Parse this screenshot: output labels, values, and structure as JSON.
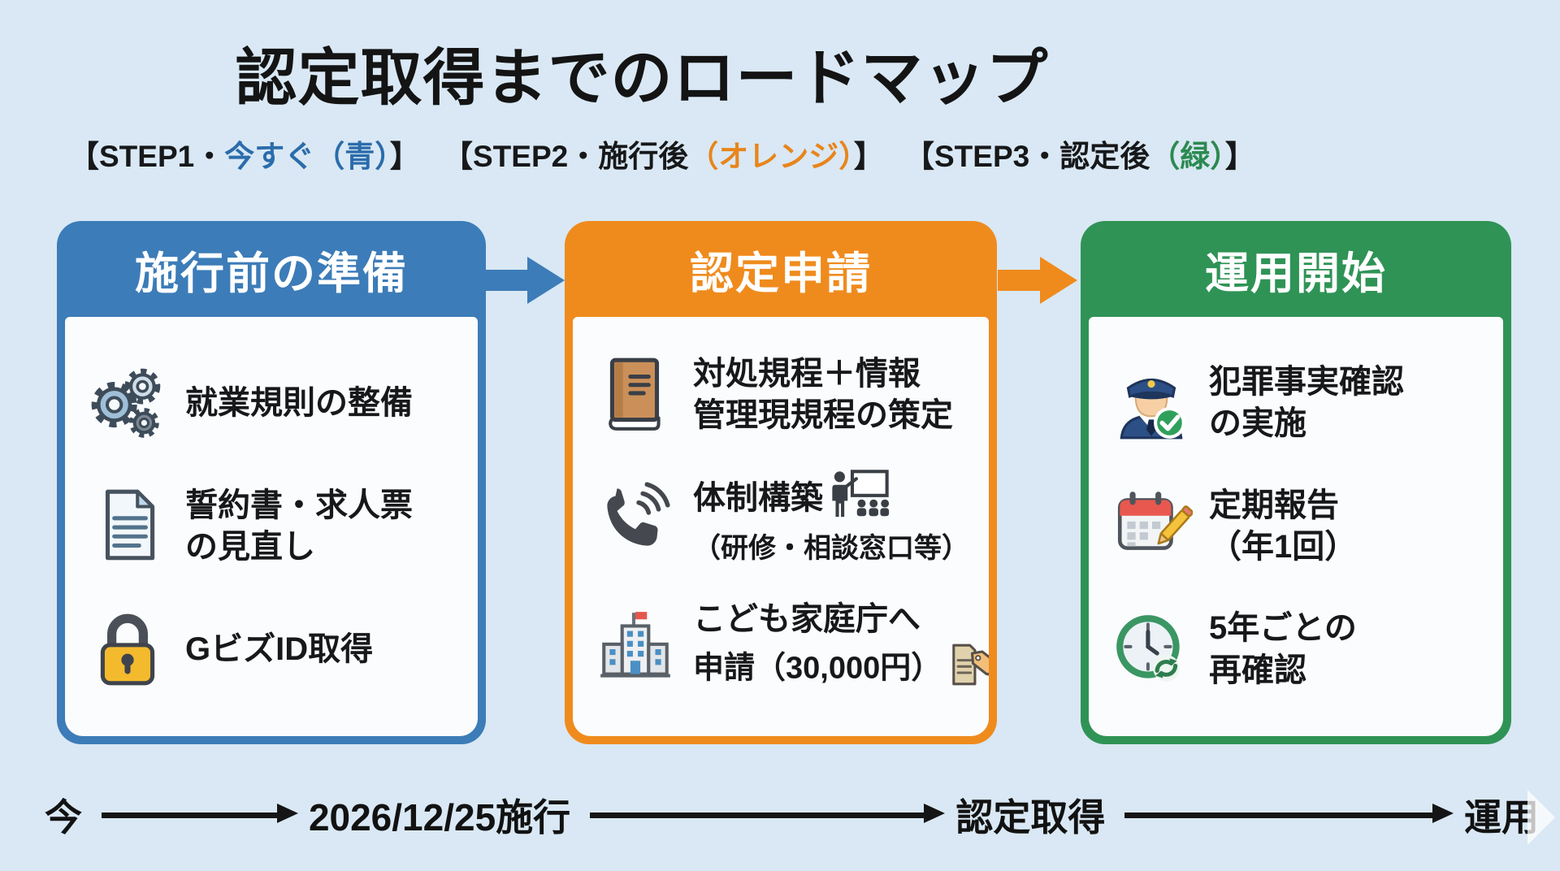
{
  "title": "認定取得までのロードマップ",
  "colors": {
    "background": "#d9e8f4",
    "step1_blue": "#3c7cb8",
    "step2_orange": "#ef8b1d",
    "step3_green": "#2f9356",
    "label_accent_blue": "#2b6cab",
    "label_accent_orange": "#e8851c",
    "label_accent_green": "#2c8a50"
  },
  "steps": [
    {
      "label": {
        "prefix": "【STEP1・",
        "accent": "今すぐ（青）",
        "suffix": "】"
      },
      "header": "施行前の準備",
      "items": [
        {
          "icon": "gears-icon",
          "lines": [
            "就業規則の整備"
          ]
        },
        {
          "icon": "document-icon",
          "lines": [
            "誓約書・求人票",
            "の見直し"
          ]
        },
        {
          "icon": "lock-icon",
          "lines": [
            "GビズID取得"
          ]
        }
      ]
    },
    {
      "label": {
        "prefix": "【STEP2・施行後",
        "accent": "（オレンジ）",
        "suffix": "】"
      },
      "header": "認定申請",
      "items": [
        {
          "icon": "book-icon",
          "lines": [
            "対処規程＋情報",
            "管理現規程の策定"
          ]
        },
        {
          "icon": "phone-icon",
          "inline_icon": "training-icon",
          "lines": [
            "体制構築",
            "（研修・相談窓口等）"
          ]
        },
        {
          "icon": "building-icon",
          "inline_icon": "documents-tag-icon",
          "lines": [
            "こども家庭庁へ",
            "申請（30,000円）"
          ]
        }
      ]
    },
    {
      "label": {
        "prefix": "【STEP3・認定後",
        "accent": "（緑）",
        "suffix": "】"
      },
      "header": "運用開始",
      "items": [
        {
          "icon": "police-officer-check-icon",
          "lines": [
            "犯罪事実確認",
            "の実施"
          ]
        },
        {
          "icon": "calendar-pencil-icon",
          "lines": [
            "定期報告",
            "（年1回）"
          ]
        },
        {
          "icon": "clock-renewal-icon",
          "lines": [
            "5年ごとの",
            "再確認"
          ]
        }
      ]
    }
  ],
  "timeline": {
    "points": [
      "今",
      "2026/12/25施行",
      "認定取得",
      "運用"
    ]
  }
}
